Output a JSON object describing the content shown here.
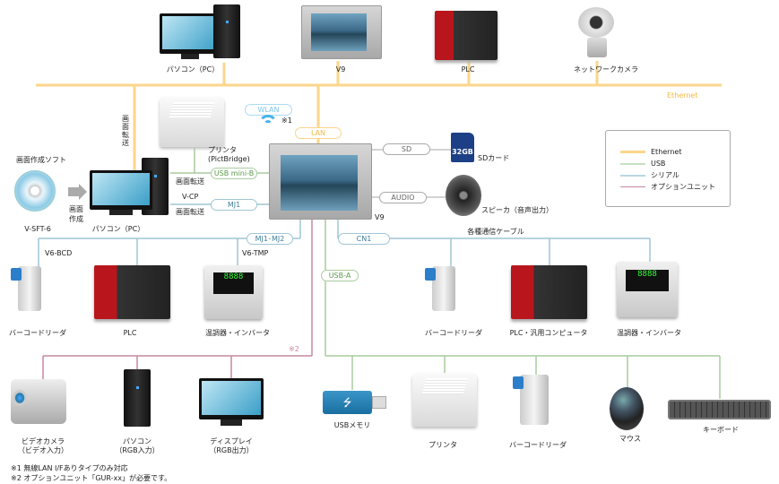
{
  "colors": {
    "ethernet": "#fbd68a",
    "usb": "#a9cc9f",
    "serial": "#9fc6d4",
    "option": "#c6889b",
    "ethernet_text": "#f4b941",
    "usb_pill": "#5a9a4a",
    "serial_pill": "#3d7f96",
    "wlan": "#7cc7ea"
  },
  "top_row": {
    "pc": "パソコン（PC）",
    "v9": "V9",
    "plc": "PLC",
    "network_camera": "ネットワークカメラ"
  },
  "ethernet_label": "Ethernet",
  "transfer_vertical": "画面転送",
  "software": {
    "title": "画面作成ソフト",
    "name": "V-SFT-6",
    "arrow_label_1": "画面",
    "arrow_label_2": "作成"
  },
  "pc": {
    "label": "パソコン（PC）"
  },
  "printer_pictbridge": {
    "line1": "プリンタ",
    "line2": "(PictBridge)"
  },
  "ports": {
    "wlan": "WLAN",
    "wlan_note": "※1",
    "lan": "LAN",
    "usb_mini_b": "USB mini-B",
    "mj1": "MJ1",
    "sd": "SD",
    "audio": "AUDIO",
    "mj1_mj2": "MJ1･MJ2",
    "cn1": "CN1",
    "usb_a": "USB-A"
  },
  "transfer_usb": "画面転送",
  "vcp": "V-CP",
  "transfer_mj": "画面転送",
  "v9_label": "V9",
  "sd_card": {
    "label": "SDカード",
    "capacity": "32GB"
  },
  "speaker": {
    "label": "スピーカ（音声出力）"
  },
  "legend": {
    "items": [
      {
        "label": "Ethernet"
      },
      {
        "label": "USB"
      },
      {
        "label": "シリアル"
      },
      {
        "label": "オプションユニット"
      }
    ]
  },
  "serial_left": {
    "v6bcd": "V6-BCD",
    "v6tmp": "V6-TMP",
    "items": [
      "バーコードリーダ",
      "PLC",
      "温調器・インバータ"
    ]
  },
  "serial_right": {
    "title": "各種通信ケーブル",
    "items": [
      "バーコードリーダ",
      "PLC・汎用コンピュータ",
      "温調器・インバータ"
    ]
  },
  "option": {
    "note": "※2",
    "items": [
      {
        "line1": "ビデオカメラ",
        "line2": "（ビデオ入力）"
      },
      {
        "line1": "パソコン",
        "line2": "（RGB入力）"
      },
      {
        "line1": "ディスプレイ",
        "line2": "（RGB出力）"
      }
    ]
  },
  "usb_devices": [
    "USBメモリ",
    "プリンタ",
    "バーコードリーダ",
    "マウス",
    "キーボード"
  ],
  "tmp_display": "8888",
  "footnotes": [
    "※1 無線LAN I/Fありタイプのみ対応",
    "※2 オプションユニット「GUR-xx」が必要です。"
  ]
}
